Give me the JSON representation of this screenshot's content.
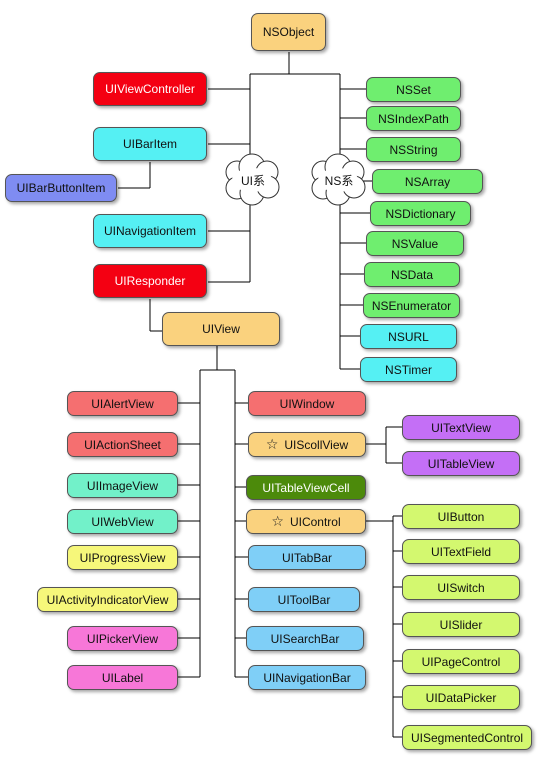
{
  "colors": {
    "orange": "#fad27e",
    "red": "#f40012",
    "cyan": "#55f0f3",
    "blue_violet": "#7f8cf2",
    "green": "#6fee6f",
    "salmon": "#f56f70",
    "mint": "#72f1c9",
    "yellow": "#f6f77a",
    "pink": "#f777d8",
    "dark_green": "#4c8a0b",
    "sky_blue": "#7fcff7",
    "purple": "#c46ff6",
    "lime": "#d3f86f"
  },
  "nodes": {
    "nsobject": {
      "label": "NSObject",
      "color": "orange"
    },
    "uiviewcontroller": {
      "label": "UIViewController",
      "color": "red"
    },
    "uibaritem": {
      "label": "UIBarItem",
      "color": "cyan"
    },
    "uibarbuttonitem": {
      "label": "UIBarButtonItem",
      "color": "blue_violet"
    },
    "uinavigationitem": {
      "label": "UINavigationItem",
      "color": "cyan"
    },
    "uiresponder": {
      "label": "UIResponder",
      "color": "red"
    },
    "uiview": {
      "label": "UIView",
      "color": "orange"
    },
    "nsset": {
      "label": "NSSet",
      "color": "green"
    },
    "nsindexpath": {
      "label": "NSIndexPath",
      "color": "green"
    },
    "nsstring": {
      "label": "NSString",
      "color": "green"
    },
    "nsarray": {
      "label": "NSArray",
      "color": "green"
    },
    "nsdictionary": {
      "label": "NSDictionary",
      "color": "green"
    },
    "nsvalue": {
      "label": "NSValue",
      "color": "green"
    },
    "nsdata": {
      "label": "NSData",
      "color": "green"
    },
    "nsenumerator": {
      "label": "NSEnumerator",
      "color": "green"
    },
    "nsurl": {
      "label": "NSURL",
      "color": "cyan"
    },
    "nstimer": {
      "label": "NSTimer",
      "color": "cyan"
    },
    "uialertview": {
      "label": "UIAlertView",
      "color": "salmon"
    },
    "uiactionsheet": {
      "label": "UIActionSheet",
      "color": "salmon"
    },
    "uiimageview": {
      "label": "UIImageView",
      "color": "mint"
    },
    "uiwebview": {
      "label": "UIWebView",
      "color": "mint"
    },
    "uiprogressview": {
      "label": "UIProgressView",
      "color": "yellow"
    },
    "uiactivityindicatorview": {
      "label": "UIActivityIndicatorView",
      "color": "yellow"
    },
    "uipickerview": {
      "label": "UIPickerView",
      "color": "pink"
    },
    "uilabel": {
      "label": "UILabel",
      "color": "pink"
    },
    "uiwindow": {
      "label": "UIWindow",
      "color": "salmon"
    },
    "uiscollview": {
      "label": "UIScollView",
      "color": "orange",
      "star": true
    },
    "uitableviewcell": {
      "label": "UITableViewCell",
      "color": "dark_green"
    },
    "uicontrol": {
      "label": "UIControl",
      "color": "orange",
      "star": true
    },
    "uitabbar": {
      "label": "UITabBar",
      "color": "sky_blue"
    },
    "uitoolbar": {
      "label": "UIToolBar",
      "color": "sky_blue"
    },
    "uisearchbar": {
      "label": "UISearchBar",
      "color": "sky_blue"
    },
    "uinavigationbar": {
      "label": "UINavigationBar",
      "color": "sky_blue"
    },
    "uitextview": {
      "label": "UITextView",
      "color": "purple"
    },
    "uitableview": {
      "label": "UITableView",
      "color": "purple"
    },
    "uibutton": {
      "label": "UIButton",
      "color": "lime"
    },
    "uitextfield": {
      "label": "UITextField",
      "color": "lime"
    },
    "uiswitch": {
      "label": "UISwitch",
      "color": "lime"
    },
    "uislider": {
      "label": "UISlider",
      "color": "lime"
    },
    "uipagecontrol": {
      "label": "UIPageControl",
      "color": "lime"
    },
    "uidatapicker": {
      "label": "UIDataPicker",
      "color": "lime"
    },
    "uisegmentedcontrol": {
      "label": "UISegmentedControl",
      "color": "lime"
    }
  },
  "clouds": {
    "ui": {
      "label": "UI系"
    },
    "ns": {
      "label": "NS系"
    }
  },
  "star_glyph": "☆"
}
